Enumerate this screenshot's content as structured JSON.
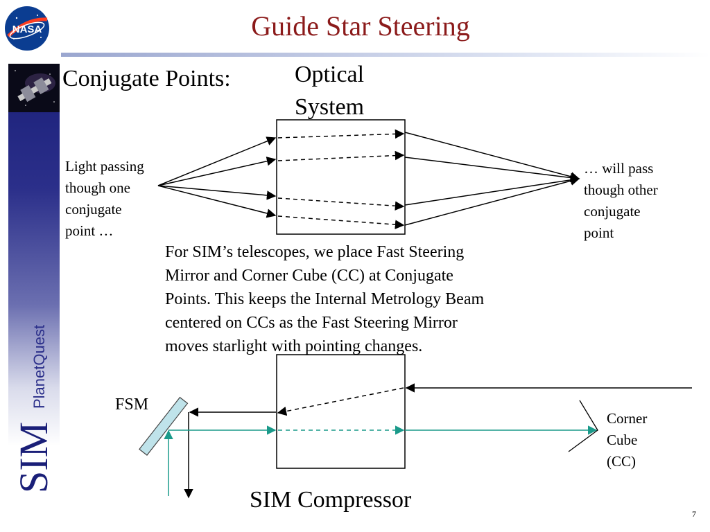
{
  "header": {
    "title": "Guide Star Steering"
  },
  "logos": {
    "nasa_text": "NASA",
    "sidebar_brand": "SIM",
    "sidebar_sub": "PlanetQuest"
  },
  "top_diagram": {
    "heading": "Conjugate Points:",
    "box_label_line1": "Optical",
    "box_label_line2": "System",
    "left_note": [
      "Light passing",
      "though one",
      "conjugate",
      "point …"
    ],
    "right_note": [
      "… will pass",
      "though other",
      "conjugate",
      "point"
    ]
  },
  "body_text": [
    "For SIM’s telescopes, we place Fast Steering",
    "Mirror and Corner Cube (CC) at Conjugate",
    "Points.  This keeps the Internal Metrology Beam",
    "centered on CCs as the Fast Steering Mirror",
    "moves starlight with pointing changes."
  ],
  "bottom_diagram": {
    "fsm_label": "FSM",
    "cc_label": [
      "Corner",
      "Cube",
      "(CC)"
    ],
    "caption": "SIM Compressor"
  },
  "colors": {
    "title": "#8b1a1a",
    "metrology_beam": "#1a9a8a",
    "mirror_fill": "#bfe3ea",
    "sidebar": "#1a1f78"
  },
  "page_number": "7"
}
